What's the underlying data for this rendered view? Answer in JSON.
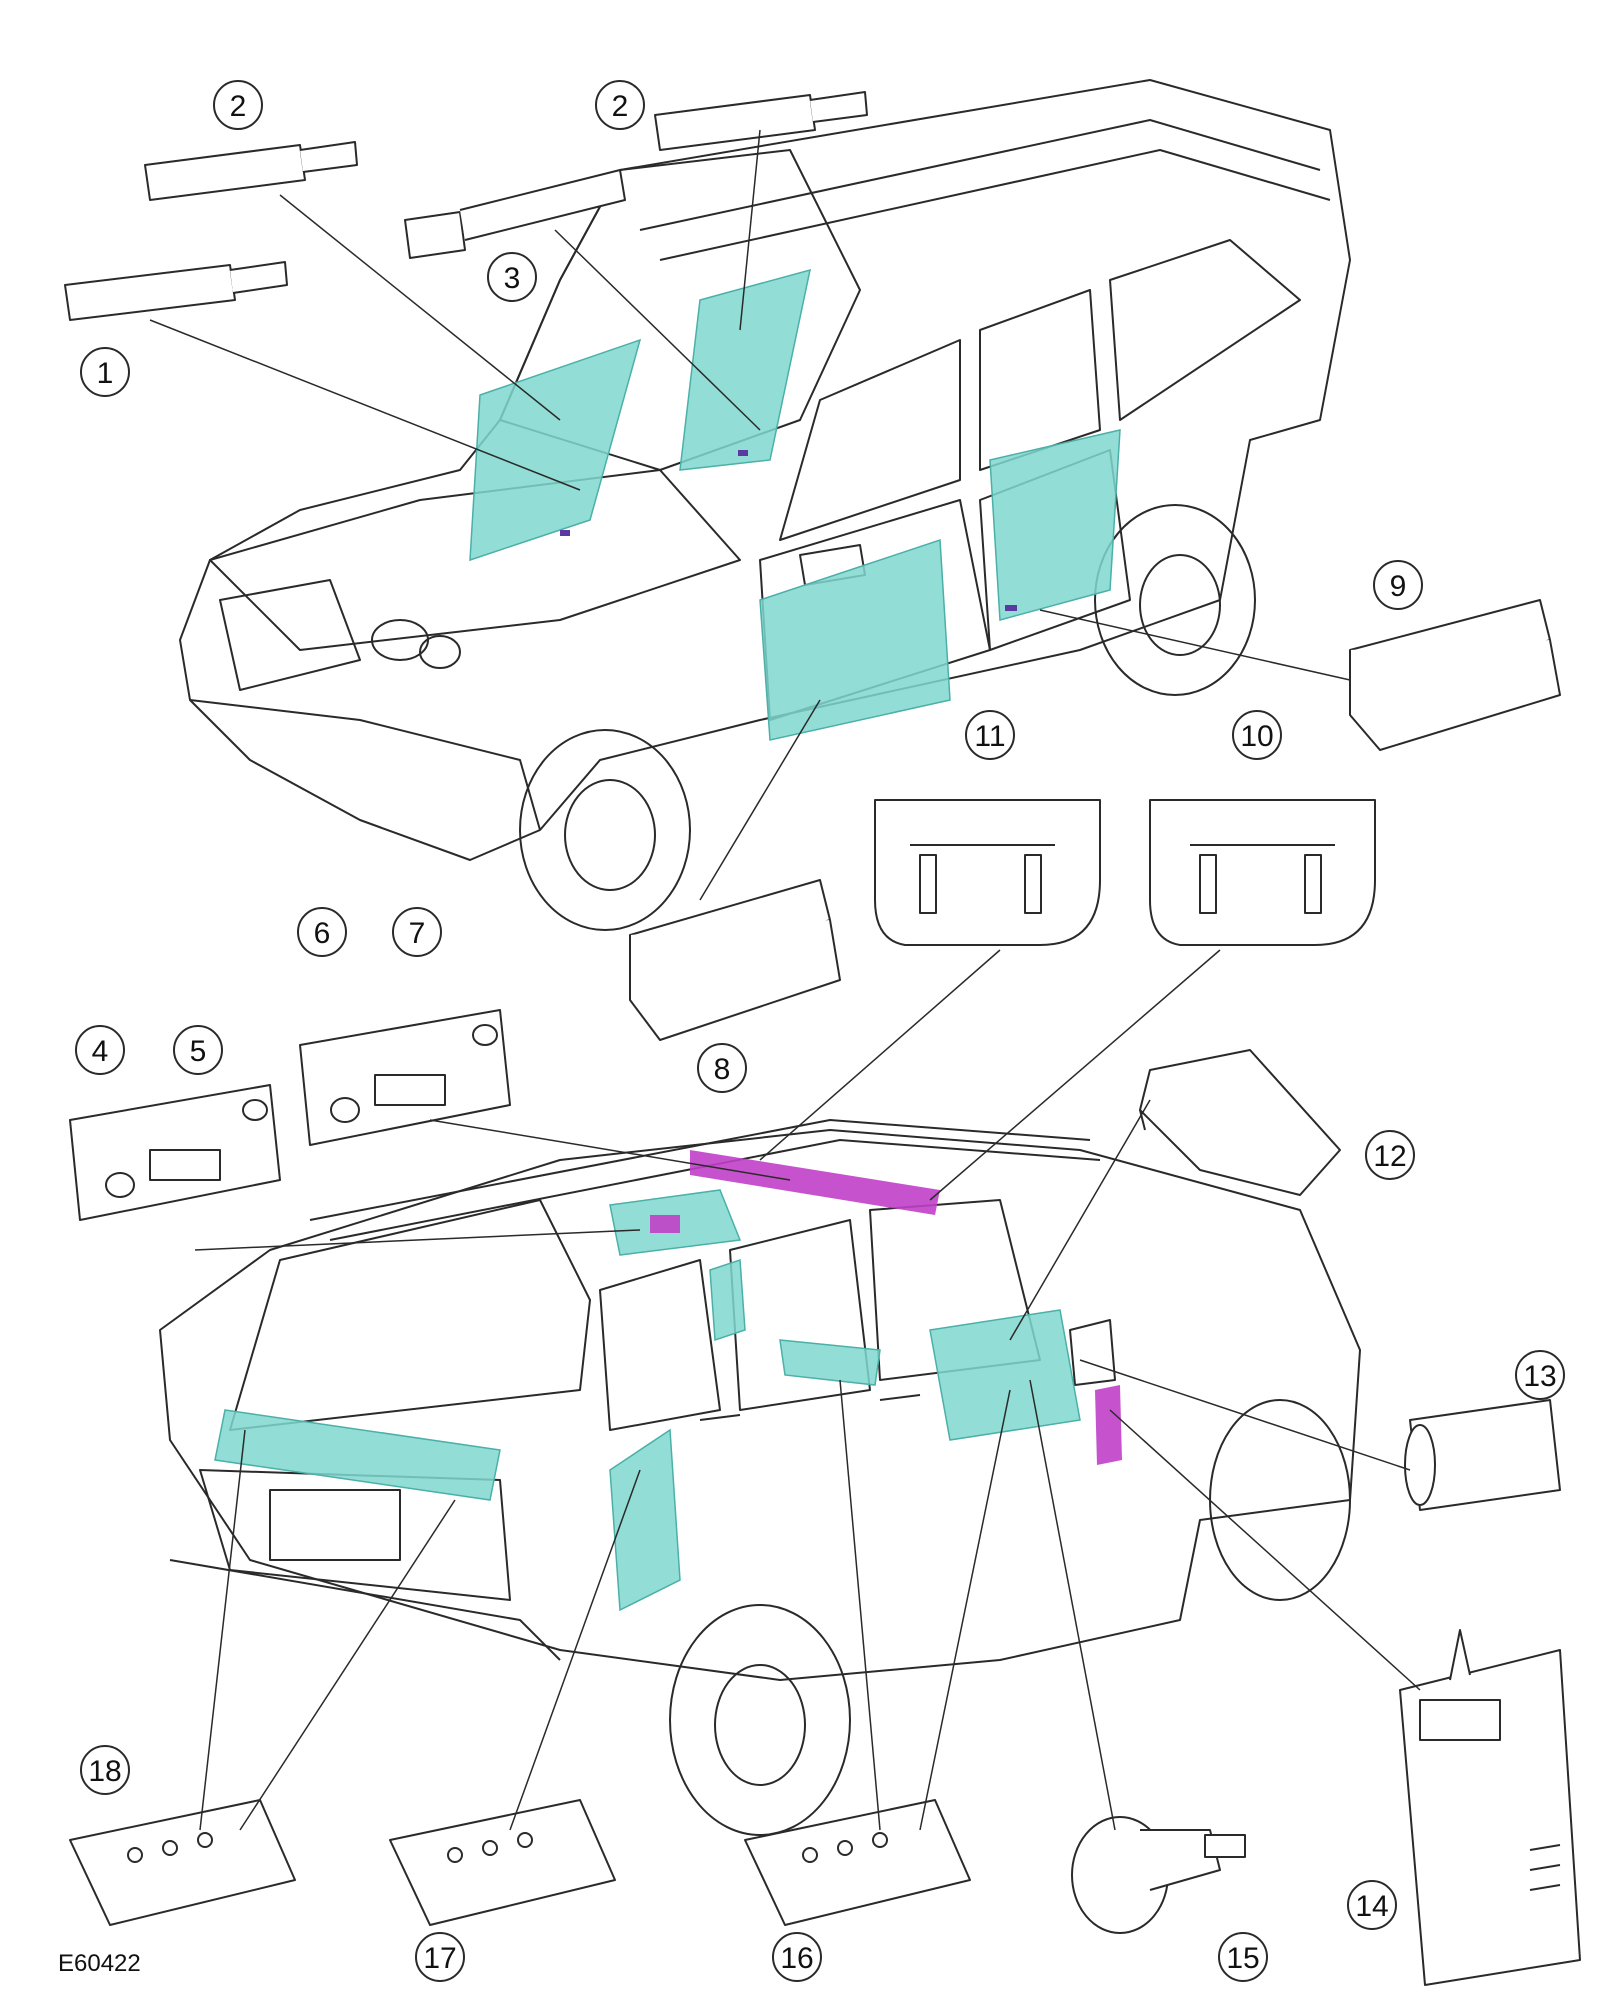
{
  "figure_id": "E60422",
  "callouts": [
    "1",
    "2",
    "2",
    "3",
    "4",
    "5",
    "6",
    "7",
    "8",
    "9",
    "10",
    "11",
    "12",
    "13",
    "14",
    "15",
    "16",
    "17",
    "18"
  ],
  "colors": {
    "outline": "#2a2a2a",
    "cyan": "#7fd8d0",
    "magenta": "#c040c8",
    "purple": "#5a3aa0"
  },
  "components": {
    "switch_strip": "switch-pack-icon",
    "footwell_lamp": "lamp-housing-icon",
    "vanity_visor": "sun-visor-icon",
    "courtesy_lamp": "courtesy-lamp-icon",
    "console_panel": "overhead-console-icon",
    "control_module": "control-module-icon",
    "ambient_lamp": "round-lamp-icon"
  }
}
